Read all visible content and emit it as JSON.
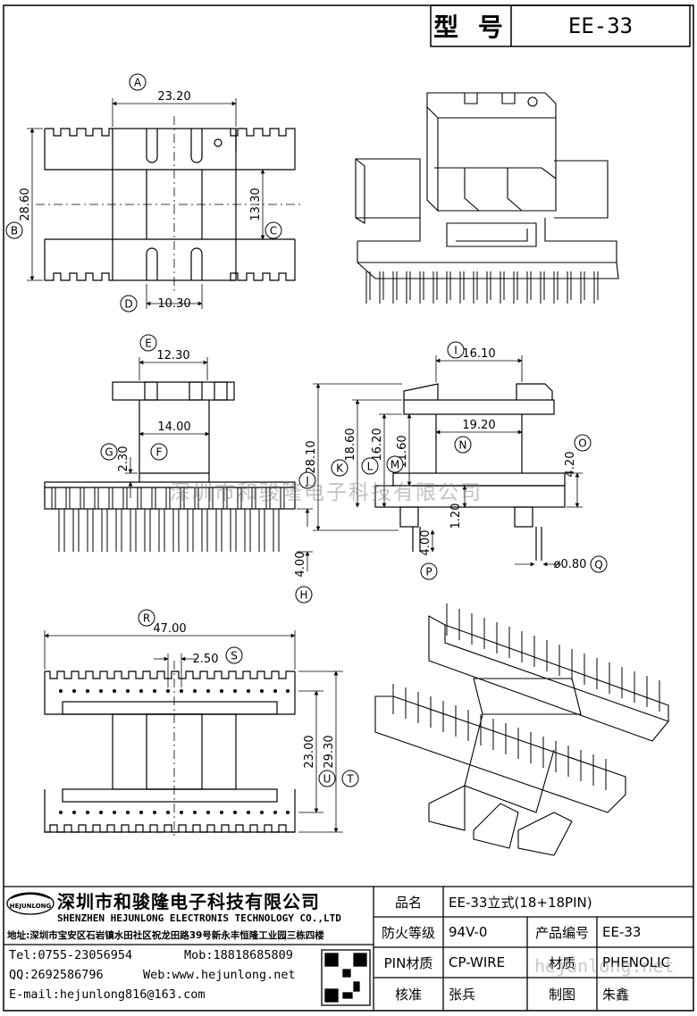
{
  "header": {
    "label": "型 号",
    "model": "EE-33"
  },
  "dimensions": [
    {
      "id": "A",
      "value": "23.20"
    },
    {
      "id": "B",
      "value": "28.60"
    },
    {
      "id": "C",
      "value": "13.30"
    },
    {
      "id": "D",
      "value": "10.30"
    },
    {
      "id": "E",
      "value": "12.30"
    },
    {
      "id": "F",
      "value": "14.00"
    },
    {
      "id": "G",
      "value": "2.30"
    },
    {
      "id": "H",
      "value": "4.00"
    },
    {
      "id": "I",
      "value": "16.10"
    },
    {
      "id": "J",
      "value": "28.10"
    },
    {
      "id": "K",
      "value": "18.60"
    },
    {
      "id": "L",
      "value": "16.20"
    },
    {
      "id": "M",
      "value": "11.60"
    },
    {
      "id": "N",
      "value": "19.20"
    },
    {
      "id": "O",
      "value": "4.20"
    },
    {
      "id": "P",
      "value": "4.00"
    },
    {
      "id": "Q",
      "value": "ø0.80"
    },
    {
      "id": "R",
      "value": "47.00"
    },
    {
      "id": "S",
      "value": "2.50"
    },
    {
      "id": "T",
      "value": "29.30"
    },
    {
      "id": "U",
      "value": "23.00"
    }
  ],
  "extra_dim": "1.20",
  "watermark": "深圳市和骏隆电子科技有限公司",
  "watermark2": "hejunlong.net",
  "company": {
    "logo_text": "HEJUNLONG",
    "name_cn": "深圳市和骏隆电子科技有限公司",
    "name_en": "SHENZHEN HEJUNLONG ELECTRONIS TECHNOLOGY CO.,LTD",
    "address": "地址:深圳市宝安区石岩镇水田社区祝龙田路39号新永丰恒隆工业园三栋四楼",
    "tel": "Tel:0755-23056954",
    "mob": "Mob:18818685809",
    "qq": "QQ:2692586796",
    "web": "Web:www.hejunlong.net",
    "email": "E-mail:hejunlong816@163.com"
  },
  "table": {
    "name_label": "品名",
    "name_value": "EE-33立式(18+18PIN)",
    "fire_label": "防火等级",
    "fire_value": "94V-0",
    "code_label": "产品编号",
    "code_value": "EE-33",
    "pin_label": "PIN材质",
    "pin_value": "CP-WIRE",
    "mat_label": "材质",
    "mat_value": "PHENOLIC",
    "check_label": "核准",
    "check_value": "张兵",
    "draw_label": "制图",
    "draw_value": "朱鑫"
  }
}
